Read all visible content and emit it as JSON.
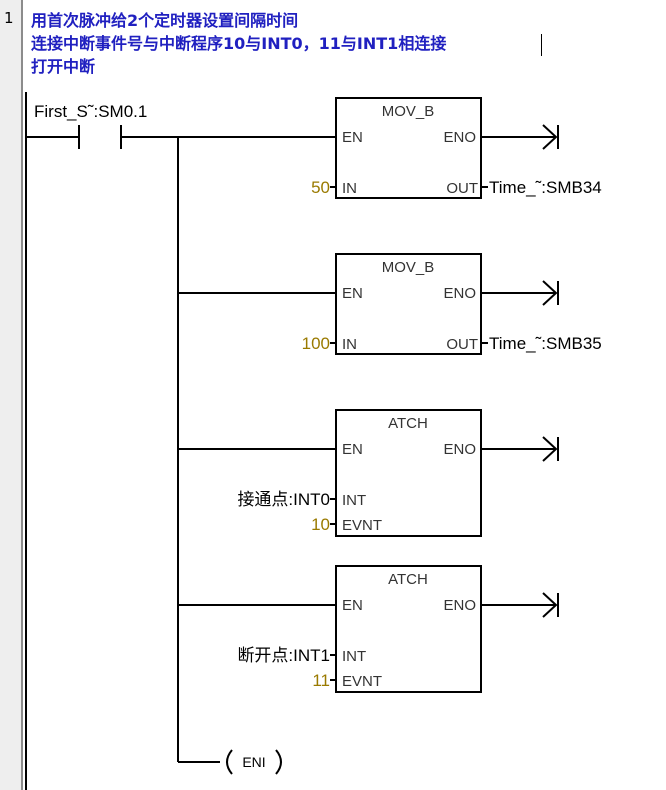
{
  "network": {
    "number": "1",
    "comments": [
      "用首次脉冲给2个定时器设置间隔时间",
      "连接中断事件号与中断程序10与INT0，11与INT1相连接",
      "打开中断"
    ]
  },
  "contact": {
    "label": "First_S˜:SM0.1"
  },
  "blocks": [
    {
      "title": "MOV_B",
      "en": "EN",
      "eno": "ENO",
      "in1": "IN",
      "out": "OUT",
      "in_value": "50",
      "out_value": "Time_˜:SMB34"
    },
    {
      "title": "MOV_B",
      "en": "EN",
      "eno": "ENO",
      "in1": "IN",
      "out": "OUT",
      "in_value": "100",
      "out_value": "Time_˜:SMB35"
    },
    {
      "title": "ATCH",
      "en": "EN",
      "eno": "ENO",
      "in1": "INT",
      "in2": "EVNT",
      "int_value": "接通点:INT0",
      "evnt_value": "10"
    },
    {
      "title": "ATCH",
      "en": "EN",
      "eno": "ENO",
      "in1": "INT",
      "in2": "EVNT",
      "int_value": "断开点:INT1",
      "evnt_value": "11"
    }
  ],
  "coil": {
    "label": "ENI"
  },
  "colors": {
    "comment": "#2020c0",
    "constant": "#9a7a00",
    "wire": "#000000",
    "box_border": "#000000"
  }
}
